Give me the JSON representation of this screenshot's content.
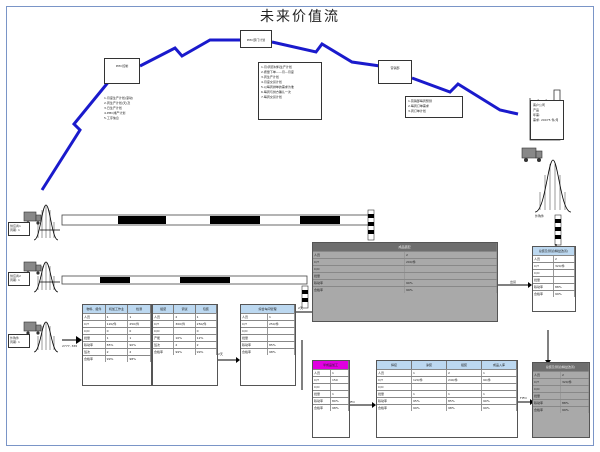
{
  "title": "未来价值流",
  "control": {
    "prod_control": "PMC部门计划",
    "customer_forecast": "PMC控制",
    "supplier": "营销部"
  },
  "notes": {
    "left": [
      "1.月度生产计划(滚动)",
      "2.周生产计划(天)及",
      "3.日生产计划",
      "4.PMC排产计划",
      "5.工序信息"
    ],
    "center": [
      "1.月/周原材料生产计划",
      "2.按量下单——月—月度",
      "3.周生产计划",
      "4.月度交货计划",
      "5.以每周排单的需求为准",
      "6.每周与供方确认一次",
      "7.每周交货计划"
    ],
    "right": [
      "1.营销部每周预测",
      "2.每周订单需求",
      "3.周订单计划"
    ]
  },
  "customer": {
    "lines": [
      "客户公司",
      "产品",
      "年需:",
      "需求: 20075 件/月"
    ]
  },
  "suppliers": [
    {
      "name": "供应商1",
      "label": "周期: 1"
    },
    {
      "name": "供应商2",
      "label": "周期: 1"
    },
    {
      "name": "外购件",
      "label": "周期: 1"
    }
  ],
  "tables": {
    "t1": {
      "header": [
        "物料、组件",
        "机加工作业",
        "检测"
      ],
      "rows": [
        [
          "人员",
          "1",
          "1"
        ],
        [
          "C/T",
          "120/件",
          "250/件"
        ],
        [
          "C/O",
          "0",
          "0"
        ],
        [
          "批量",
          "1",
          "1"
        ],
        [
          "稼动率",
          "85%",
          "90%"
        ],
        [
          "班次",
          "2",
          "2"
        ],
        [
          "合格率",
          "99%",
          "98%"
        ]
      ]
    },
    "t2": {
      "header": [
        "组装",
        "调试",
        "包装"
      ],
      "rows": [
        [
          "人员",
          "2",
          "1"
        ],
        [
          "C/T",
          "300/件",
          "250/件"
        ],
        [
          "C/O",
          "",
          "0"
        ],
        [
          "产能",
          "10%",
          "12%"
        ],
        [
          "班次",
          "2",
          "2"
        ],
        [
          "合格率",
          "99%",
          "99%"
        ]
      ]
    },
    "t3": {
      "header": [
        "综合车间管理"
      ],
      "rows": [
        [
          "人员",
          "1"
        ],
        [
          "C/T",
          "250/件"
        ],
        [
          "C/O",
          ""
        ],
        [
          "批量",
          ""
        ],
        [
          "稼动率",
          "85%"
        ],
        [
          "合格率",
          "98%"
        ]
      ]
    },
    "t4": {
      "header": [
        "成品装配"
      ],
      "rows": [
        [
          "人员",
          "2"
        ],
        [
          "C/T",
          "200/件"
        ],
        [
          "C/O",
          ""
        ],
        [
          "批量",
          ""
        ],
        [
          "稼动率",
          "90%"
        ],
        [
          "合格率",
          "99%"
        ]
      ]
    },
    "t5": {
      "header": [
        "半成品加工"
      ],
      "rows": [
        [
          "人员",
          "1"
        ],
        [
          "C/T",
          "150"
        ],
        [
          "C/O",
          ""
        ],
        [
          "批量",
          "1"
        ],
        [
          "稼动率",
          "80%"
        ],
        [
          "合格率",
          "98%"
        ]
      ]
    },
    "t6": {
      "header": [
        "焊接",
        "涂装",
        "组装",
        "成品入库"
      ],
      "rows": [
        [
          "人员",
          "1",
          "2",
          "1"
        ],
        [
          "C/T",
          "120/件",
          "240/件",
          "90/件"
        ],
        [
          "C/O",
          "",
          "",
          ""
        ],
        [
          "批量",
          "1",
          "1",
          "1"
        ],
        [
          "稼动率",
          "95%",
          "85%",
          "90%"
        ],
        [
          "合格率",
          "99%",
          "98%",
          "99%"
        ]
      ]
    },
    "t7": {
      "header": [
        "总装及测试(精益改善)"
      ],
      "rows": [
        [
          "人员",
          "2"
        ],
        [
          "C/T",
          "320/件"
        ],
        [
          "C/O",
          ""
        ],
        [
          "批量",
          ""
        ],
        [
          "稼动率",
          "88%"
        ],
        [
          "合格率",
          "99%"
        ]
      ]
    }
  },
  "labels": {
    "ship": "出货",
    "push1": "FIFO",
    "push2": "FIFO",
    "wip": "外购件",
    "lt_left": "2天",
    "lt_right": "2天",
    "lead": "2777, 365"
  },
  "colors": {
    "lightning": "#1a1acc",
    "dark": "#6e6e6e",
    "frame": "#7a95c7"
  }
}
